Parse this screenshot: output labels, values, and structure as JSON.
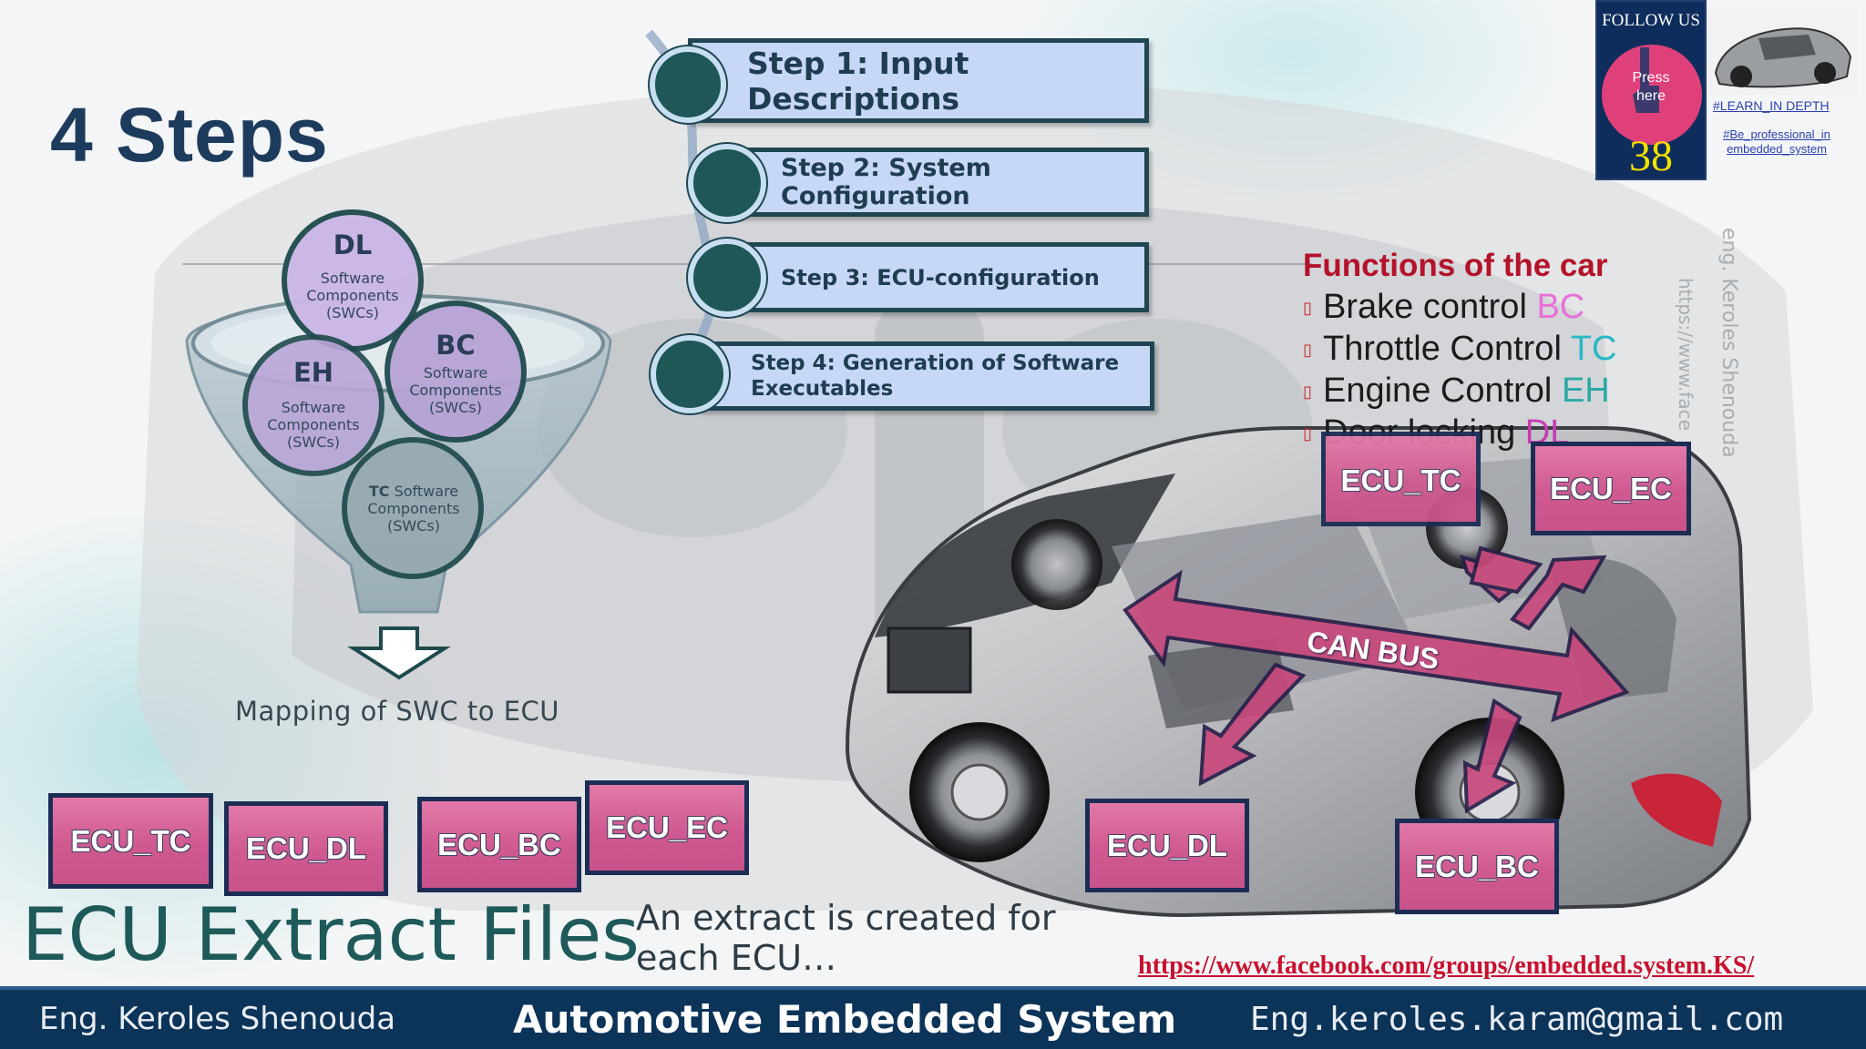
{
  "slide": {
    "title": "4 Steps",
    "steps": [
      {
        "label": "Step 1: Input Descriptions"
      },
      {
        "label": "Step 2: System Configuration"
      },
      {
        "label": "Step 3: ECU-configuration"
      },
      {
        "label": "Step 4: Generation of Software Executables"
      }
    ],
    "funnel": {
      "dl": {
        "abbr": "DL",
        "text": "Software Components (SWCs)"
      },
      "bc": {
        "abbr": "BC",
        "text": "Software Components (SWCs)"
      },
      "eh": {
        "abbr": "EH",
        "text": "Software Components (SWCs)"
      },
      "tc": {
        "abbr": "TC",
        "text": "Software Components (SWCs)"
      },
      "mapping_label": "Mapping of SWC to ECU"
    },
    "bottom_ecus": [
      "ECU_TC",
      "ECU_DL",
      "ECU_BC",
      "ECU_EC"
    ],
    "extract": {
      "heading": "ECU Extract Files",
      "note_line1": "An extract is created for",
      "note_line2": "each ECU…"
    },
    "functions": {
      "title": "Functions of the car",
      "items": [
        {
          "text": "Brake control ",
          "code": "BC",
          "code_color": "#e86fd8"
        },
        {
          "text": "Throttle Control ",
          "code": "TC",
          "code_color": "#27b8c6"
        },
        {
          "text": "Engine Control ",
          "code": "EH",
          "code_color": "#2aa9a4"
        },
        {
          "text": "Door locking ",
          "code": "DL",
          "code_color": "#c83bb4"
        }
      ]
    },
    "car_ecus": {
      "tc": "ECU_TC",
      "ec": "ECU_EC",
      "dl": "ECU_DL",
      "bc": "ECU_BC"
    },
    "can_bus_label": "CAN BUS",
    "link": "https://www.facebook.com/groups/embedded.system.KS/",
    "watermark_name": "eng. Keroles Shenouda",
    "watermark_url": "https://www.face"
  },
  "follow_widget": {
    "title": "FOLLOW US",
    "press_line1": "Press",
    "press_line2": "here",
    "number": "38",
    "tag1": "#LEARN_IN DEPTH",
    "tag2_line1": "#Be_professional_in",
    "tag2_line2": "embedded_system"
  },
  "footer": {
    "left": "Eng. Keroles Shenouda",
    "center": "Automotive Embedded System",
    "right": "Eng.keroles.karam@gmail.com"
  },
  "colors": {
    "navy": "#1d3b5c",
    "teal_circle": "#1f5757",
    "step_fill": "#c7d8f6",
    "ecu_pink": "#d4639a",
    "can_bus": "#c8497c",
    "func_title": "#b4122a",
    "footer_bg": "#0c3358"
  },
  "icons": [
    "hand-pointer-icon",
    "car-thumbnail",
    "cutaway-car-image",
    "down-arrow-icon"
  ]
}
